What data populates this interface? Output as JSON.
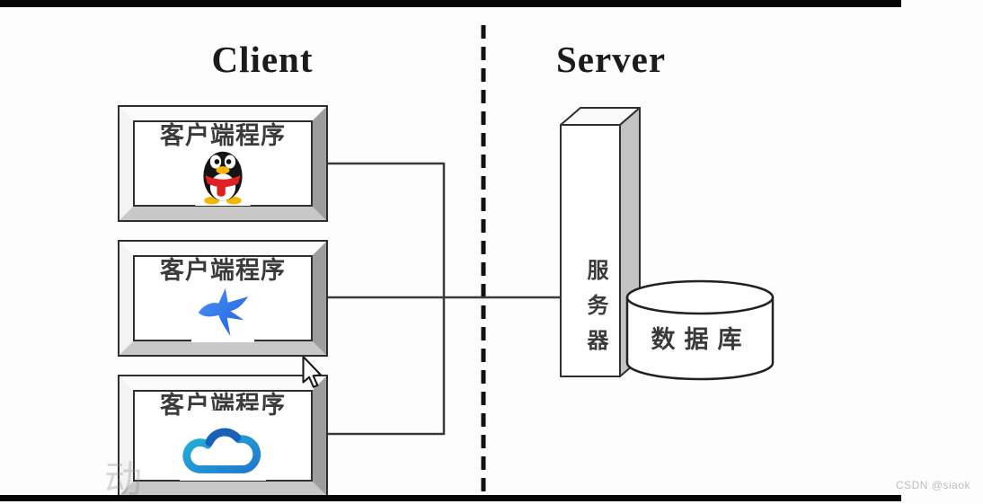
{
  "page": {
    "watermark": "CSDN @siaok",
    "corner_mark": "动"
  },
  "diagram": {
    "client_title": "Client",
    "server_title": "Server",
    "client_boxes": [
      {
        "label": "客户端程序",
        "icon": "qq-penguin-icon"
      },
      {
        "label": "客户端程序",
        "icon": "xunlei-bird-icon"
      },
      {
        "label": "客户端程序",
        "icon": "weiyun-cloud-icon"
      }
    ],
    "server": {
      "label": "服务器"
    },
    "database": {
      "label": "数据库"
    },
    "colors": {
      "line": "#3a3a3a",
      "frame_bevel_light": "#fbfbfb",
      "frame_bevel_dark": "#9d9d9d",
      "qq_red": "#e02121",
      "qq_yellow": "#f7b500",
      "xunlei_blue": "#2f7df6",
      "weiyun_teal": "#2aa7dc",
      "weiyun_dark_blue": "#1a5fb8",
      "watermark_gray": "#b9bdc3"
    }
  }
}
